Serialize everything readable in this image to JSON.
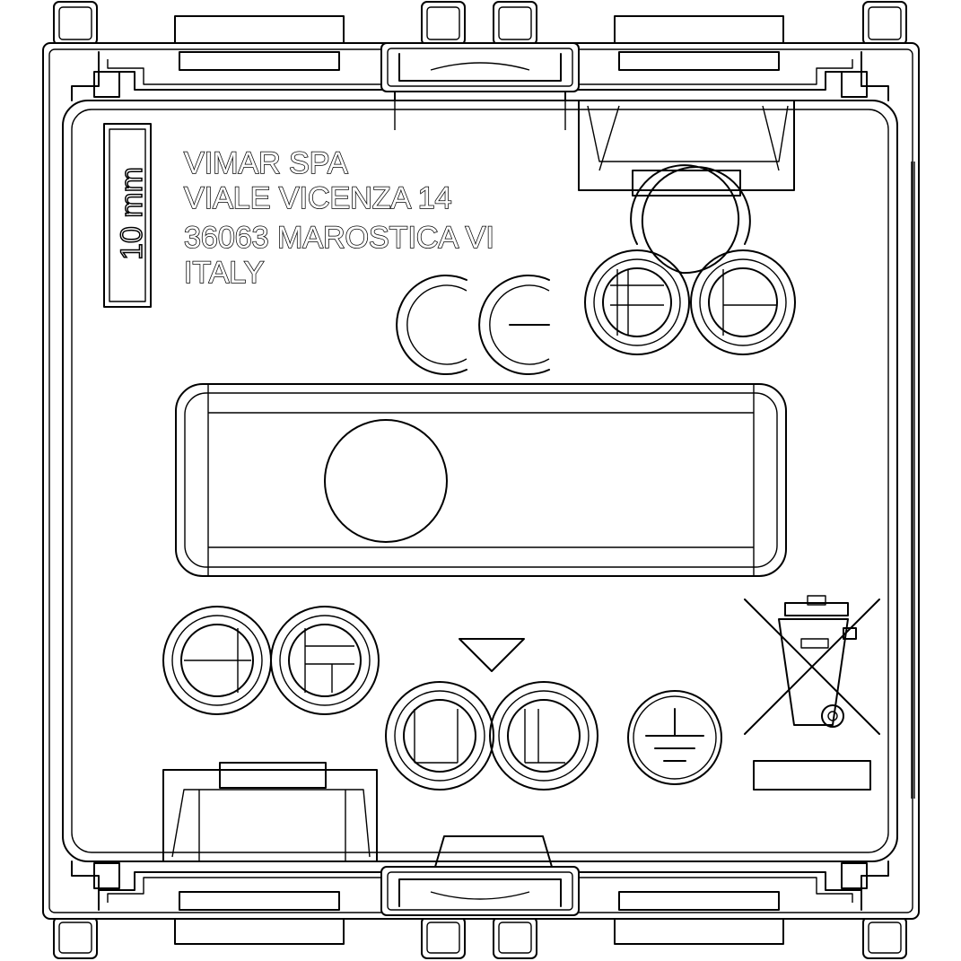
{
  "label": {
    "line1": "VIMAR SPA",
    "line2": "VIALE VICENZA 14",
    "line3": "36063 MAROSTICA VI",
    "line4": "ITALY"
  },
  "strip_length": "10 mm",
  "marks": {
    "ce": "CE"
  },
  "icons": [
    "ce-mark-icon",
    "earth-ground-icon",
    "crossed-bin-weee-icon",
    "triangle-down-icon"
  ]
}
